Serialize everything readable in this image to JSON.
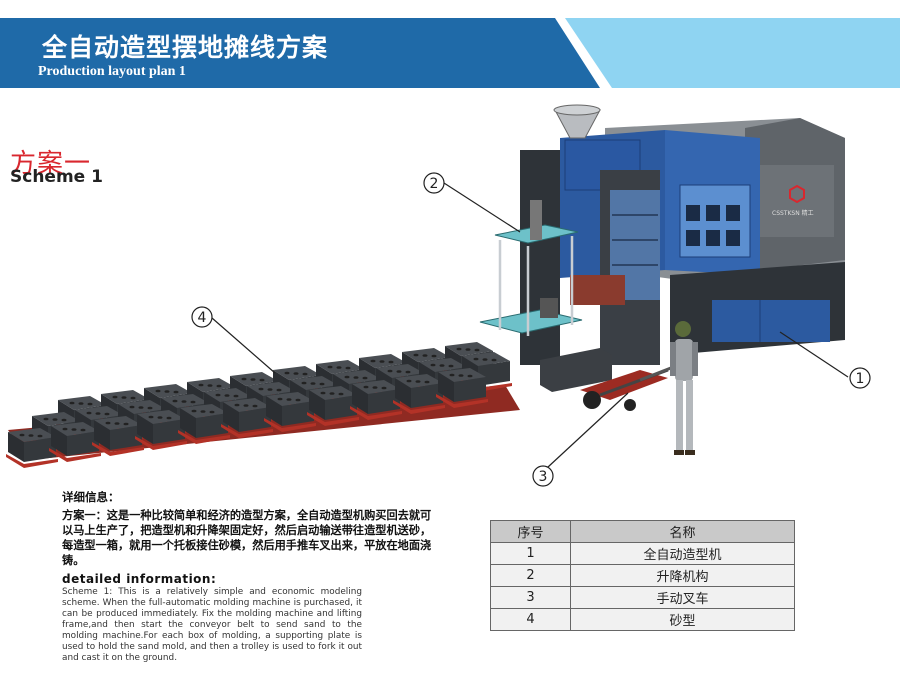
{
  "header": {
    "title": "全自动造型摆地摊线方案",
    "subtitle": "Production layout plan 1"
  },
  "scheme": {
    "title_cn": "方案一",
    "title_en": "Scheme 1"
  },
  "illustration": {
    "machine_brand": "CSSTKSN 精工",
    "callouts": [
      "1",
      "2",
      "3",
      "4"
    ]
  },
  "details": {
    "heading_cn": "详细信息：",
    "text_cn": "方案一：这是一种比较简单和经济的造型方案，全自动造型机购买回去就可以马上生产了，把造型机和升降架固定好，然后启动输送带往造型机送砂，每造型一箱，就用一个托板接住砂模，然后用手推车叉出来，平放在地面浇铸。",
    "heading_en": "detailed information:",
    "text_en": "Scheme 1: This is a relatively simple and economic modeling scheme. When the full-automatic molding machine is purchased, it can be produced immediately. Fix the molding machine and lifting frame,and then start the conveyor belt to send sand to the molding machine.For each box of molding, a supporting plate is used to hold the sand mold, and then a trolley is used to fork it out and cast it on the ground."
  },
  "table": {
    "headers": [
      "序号",
      "名称"
    ],
    "rows": [
      {
        "no": "1",
        "name": "全自动造型机"
      },
      {
        "no": "2",
        "name": "升降机构"
      },
      {
        "no": "3",
        "name": "手动叉车"
      },
      {
        "no": "4",
        "name": "砂型"
      }
    ]
  },
  "colors": {
    "header_dark_blue": "#1f6aa8",
    "header_light_blue": "#8fd4f2",
    "scheme_red": "#d9272e",
    "machine_blue": "#2c5aa0"
  }
}
